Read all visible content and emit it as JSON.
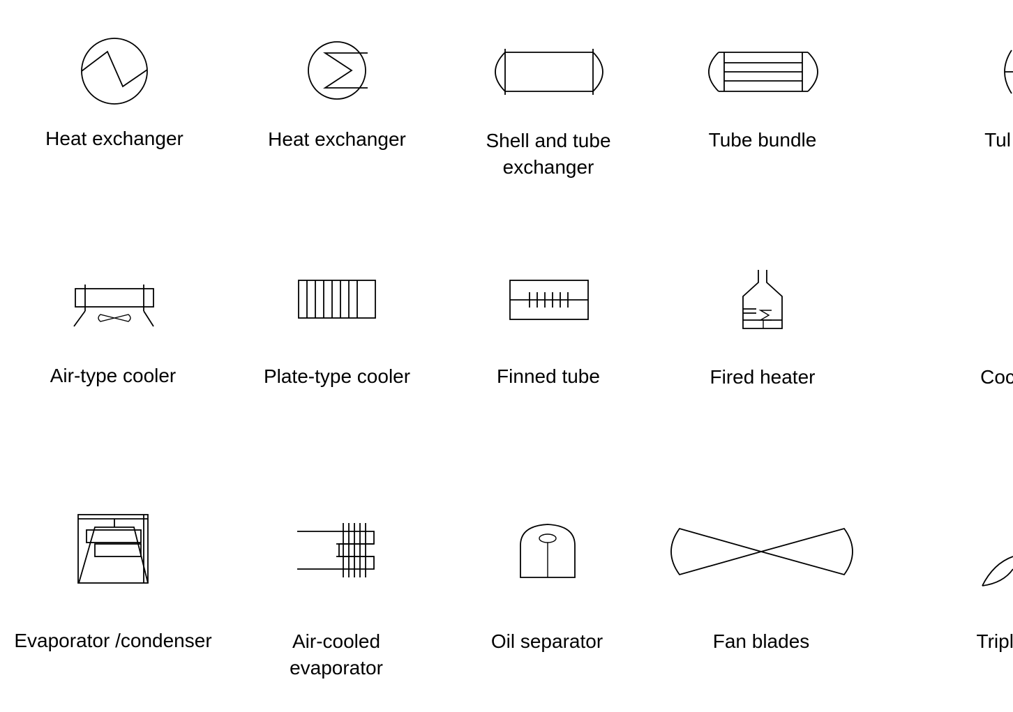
{
  "symbols": [
    {
      "name": "heat-exchanger-sine-icon",
      "label_lines": [
        "Heat exchanger"
      ]
    },
    {
      "name": "heat-exchanger-coil-icon",
      "label_lines": [
        "Heat exchanger"
      ]
    },
    {
      "name": "shell-and-tube-exchanger-icon",
      "label_lines": [
        "Shell and tube",
        "exchanger"
      ]
    },
    {
      "name": "tube-bundle-icon",
      "label_lines": [
        "Tube  bundle"
      ]
    },
    {
      "name": "tube-partial-icon",
      "label_lines": [
        "Tul"
      ]
    },
    {
      "name": "air-type-cooler-icon",
      "label_lines": [
        "Air-type cooler"
      ]
    },
    {
      "name": "plate-type-cooler-icon",
      "label_lines": [
        "Plate-type cooler"
      ]
    },
    {
      "name": "finned-tube-icon",
      "label_lines": [
        "Finned tube"
      ]
    },
    {
      "name": "fired-heater-icon",
      "label_lines": [
        "Fired heater"
      ]
    },
    {
      "name": "cooling-partial-icon",
      "label_lines": [
        "Coc"
      ]
    },
    {
      "name": "evaporator-condenser-icon",
      "label_lines": [
        "Evaporator /condenser"
      ]
    },
    {
      "name": "air-cooled-evaporator-icon",
      "label_lines": [
        "Air-cooled",
        "evaporator"
      ]
    },
    {
      "name": "oil-separator-icon",
      "label_lines": [
        "Oil separator"
      ]
    },
    {
      "name": "fan-blades-icon",
      "label_lines": [
        "Fan blades"
      ]
    },
    {
      "name": "triple-partial-icon",
      "label_lines": [
        "Triple"
      ]
    }
  ]
}
